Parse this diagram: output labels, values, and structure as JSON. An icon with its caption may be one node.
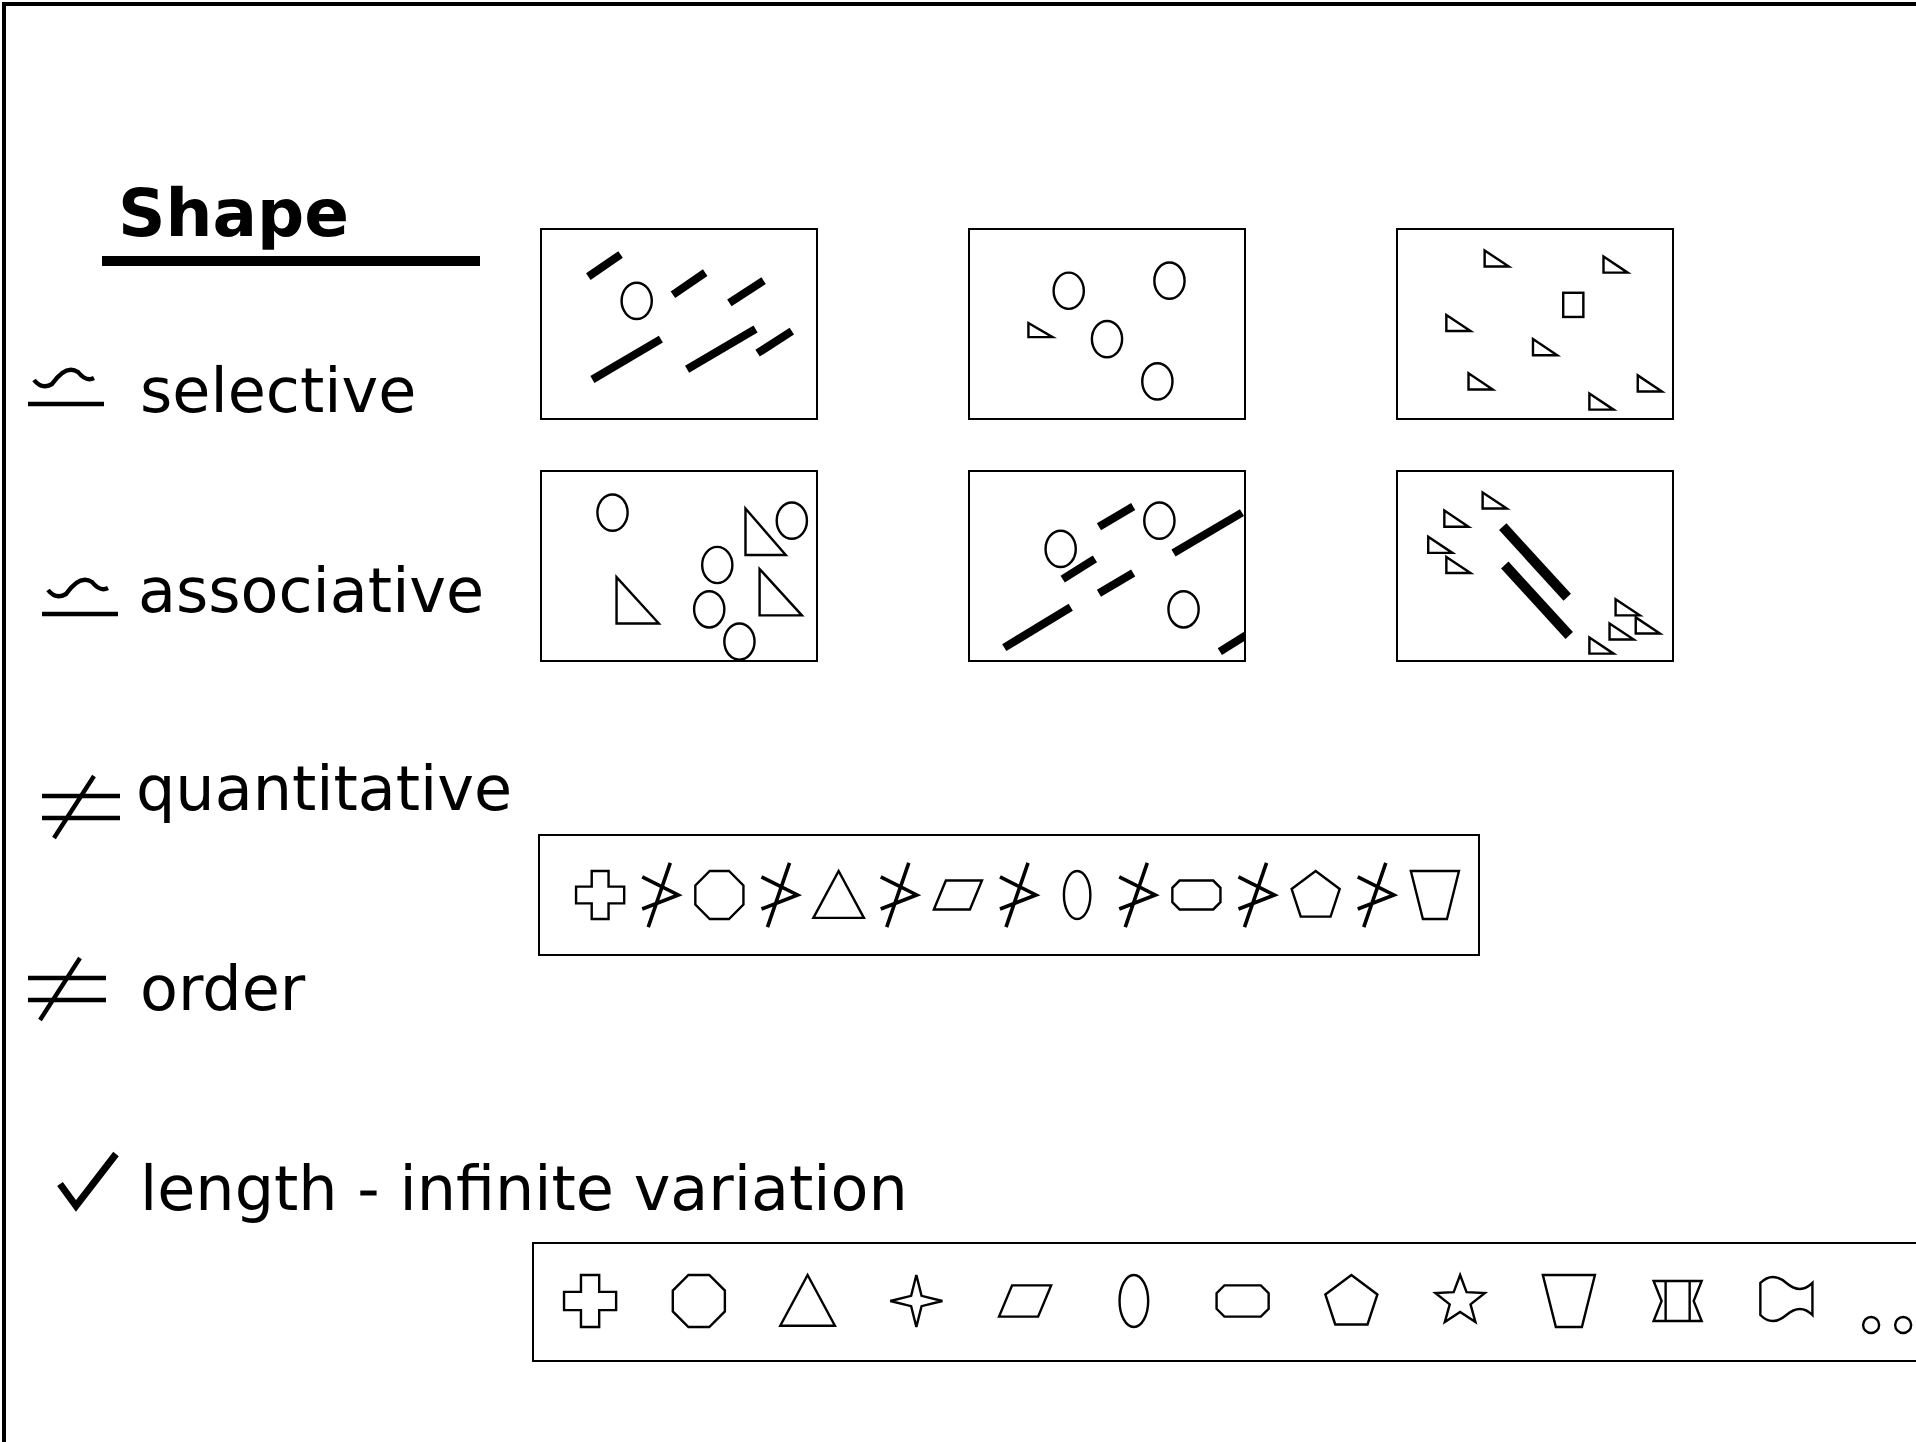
{
  "diagram": {
    "title": "Shape",
    "nodes": [
      {
        "text": [],
        "shape": "picture"
      },
      {
        "text": [],
        "shape": "picture"
      },
      {
        "text": [],
        "shape": "picture"
      },
      {
        "text": [],
        "shape": "picture"
      },
      {
        "text": [],
        "shape": "picture"
      },
      {
        "text": [],
        "shape": "picture"
      },
      {
        "text": [],
        "shape": "picture"
      },
      {
        "text": [],
        "shape": "picture"
      }
    ],
    "labels": [
      "selective",
      "associative",
      "quantitative",
      "order",
      "length - infinite variation"
    ]
  }
}
